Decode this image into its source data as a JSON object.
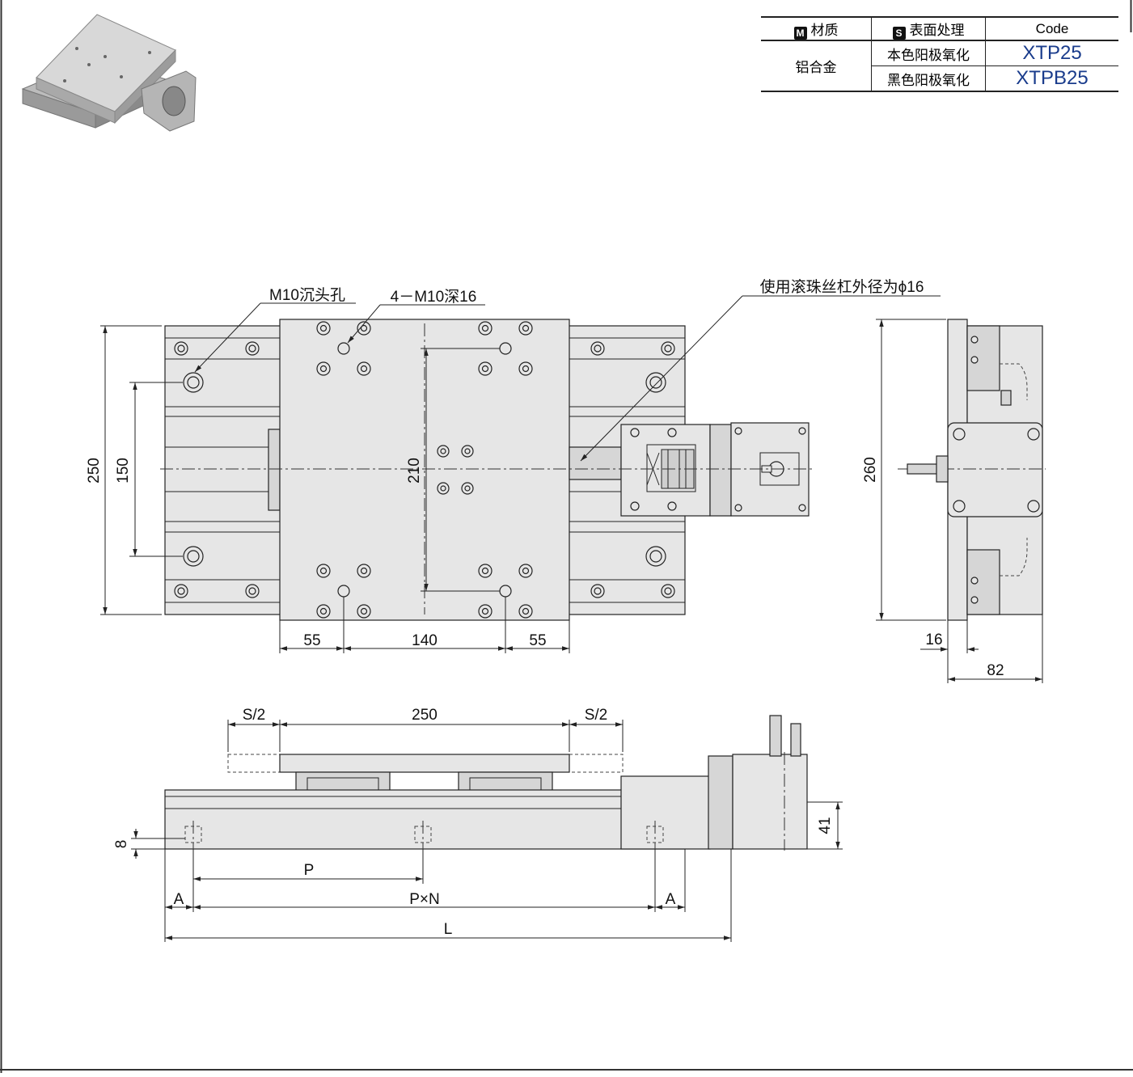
{
  "table": {
    "header": {
      "material_badge": "M",
      "material": "材质",
      "surface_badge": "S",
      "surface": "表面处理",
      "code": "Code"
    },
    "material_value": "铝合金",
    "rows": [
      {
        "surface": "本色阳极氧化",
        "code": "XTP25"
      },
      {
        "surface": "黑色阳极氧化",
        "code": "XTPB25"
      }
    ]
  },
  "top_view": {
    "callout_counterbore": "M10沉头孔",
    "callout_tapped": "4－M10深16",
    "callout_screw": "使用滚珠丝杠外径为ϕ16",
    "dim_250": "250",
    "dim_150": "150",
    "dim_210": "210",
    "dim_55_left": "55",
    "dim_140": "140",
    "dim_55_right": "55"
  },
  "side_view": {
    "dim_260": "260",
    "dim_16": "16",
    "dim_82": "82"
  },
  "front_view": {
    "dim_s2_left": "S/2",
    "dim_250": "250",
    "dim_s2_right": "S/2",
    "dim_8": "8",
    "dim_41": "41",
    "dim_p": "P",
    "dim_a_left": "A",
    "dim_pxn": "P×N",
    "dim_a_right": "A",
    "dim_l": "L"
  }
}
